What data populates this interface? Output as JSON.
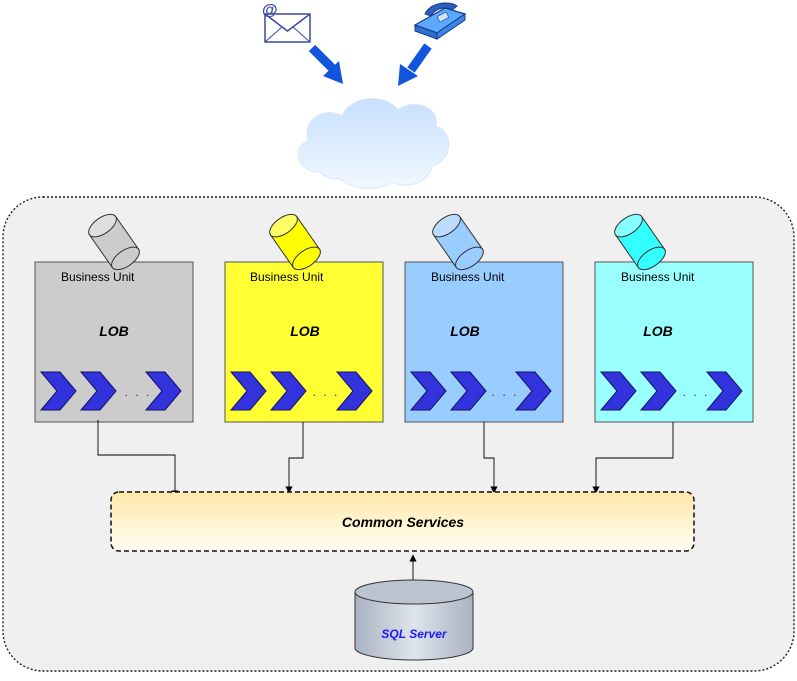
{
  "business_units": [
    {
      "title": "Business Unit",
      "lob": "LOB",
      "ellipsis": ". . .",
      "fill": "#cccccc",
      "cylinder_color": "#cccccc"
    },
    {
      "title": "Business Unit",
      "lob": "LOB",
      "ellipsis": ". . .",
      "fill": "#ffff33",
      "cylinder_color": "#ffff00"
    },
    {
      "title": "Business Unit",
      "lob": "LOB",
      "ellipsis": ". . .",
      "fill": "#99ccff",
      "cylinder_color": "#99ccff"
    },
    {
      "title": "Business Unit",
      "lob": "LOB",
      "ellipsis": ". . .",
      "fill": "#99ffff",
      "cylinder_color": "#33ffff"
    }
  ],
  "common_services": {
    "label": "Common Services"
  },
  "database": {
    "label": "SQL Server"
  },
  "icons": {
    "email": "email-icon",
    "phone": "phone-icon",
    "cloud": "cloud-icon",
    "chevron": "chevron-right-icon"
  },
  "colors": {
    "chevron": "#3333dd",
    "arrow": "#1155dd",
    "container_bg": "#f0f0f0"
  }
}
